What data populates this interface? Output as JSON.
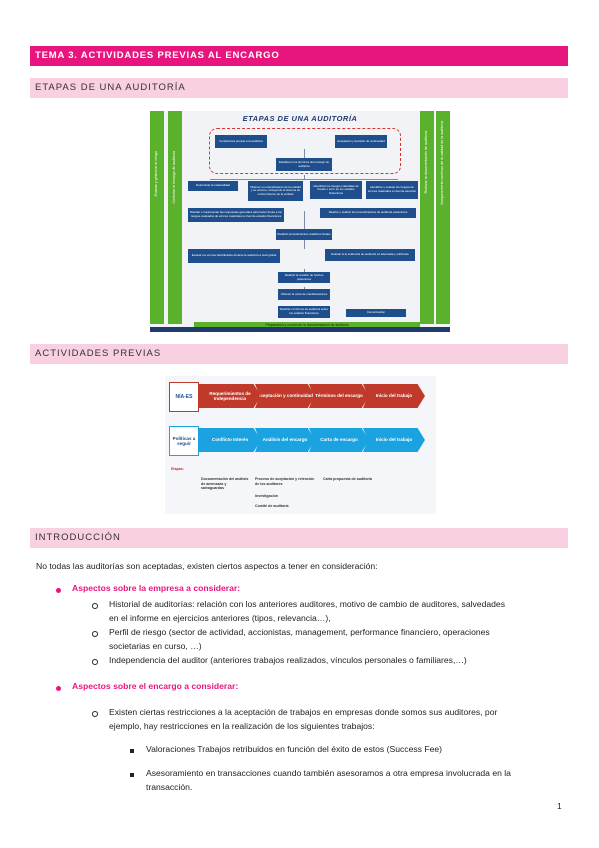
{
  "title": "TEMA 3. ACTIVIDADES PREVIAS AL ENCARGO",
  "sections": {
    "etapas": "ETAPAS DE UNA AUDITORÍA",
    "actividades": "ACTIVIDADES PREVIAS",
    "introduccion": "INTRODUCCIÓN"
  },
  "figure1": {
    "heading": "ETAPAS DE UNA AUDITORÍA",
    "left_col1": "Evaluar y gestionar el riesgo",
    "left_col2": "Controlar el encargo de auditoría",
    "right_col1": "Realizar la documentación de auditoría",
    "right_col2": "Aseguramiento continuo de la calidad de la auditoría",
    "bottom": "Preparación y control de la documentación de auditoría",
    "comunicacion": "Comunicación",
    "boxes": [
      "Condiciones previas a la auditoría",
      "Aceptación y decisión de continuidad",
      "Establecer los términos del encargo de auditoría",
      "Determinar la materialidad",
      "Obtener un entendimiento de la entidad y su entorno, incluyendo el sistema de control interno de la entidad",
      "Identificar los riesgos materiales de fraude o error en los estados financieros",
      "Identificar y evaluar los riesgos de errores materiales a nivel de aserción",
      "Diseñar e implementar las respuestas generales para hacer frente a los riesgos evaluados de errores materiales a nivel de estados financieros",
      "Diseñar y realizar los procedimientos de auditoría posteriores",
      "Realizar procedimientos analíticos finales",
      "Evaluar los errores identificados durante la auditoría a nivel global",
      "Evaluar si la evidencia de auditoría es adecuada y suficiente",
      "Realizar la revisión de hechos posteriores",
      "Obtener la carta de manifestaciones",
      "Realizar el informe de auditoría sobre los estados financieros"
    ]
  },
  "figure2": {
    "row1_label": "NIA-ES",
    "row2_label": "Políticas a seguir",
    "row1": [
      "Requerimientos de Independencia",
      "Aceptación y continuidad",
      "Términos del encargo",
      "Inicio del trabajo"
    ],
    "row2": [
      "Conflicto Interés",
      "Análisis del encargo",
      "Carta de encargo",
      "Inicio del trabajo"
    ],
    "etapas_label": "Etapas:",
    "etapa1": "Documentación del análisis de amenazas y salvaguardas",
    "etapa2a": "Proceso de aceptación y retención de los auditores",
    "etapa2b": "Investigación",
    "etapa2c": "Comité de auditoría",
    "etapa3": "Carta propuesta de auditoría"
  },
  "intro": {
    "lead": "No todas las auditorías son aceptadas, existen ciertos aspectos a tener en consideración:",
    "head1": "Aspectos sobre la empresa a considerar:",
    "item1a_l1": "Historial de auditorías: relación con los anteriores auditores, motivo de cambio de auditores, salvedades",
    "item1a_l2": "en el informe en ejercicios anteriores (tipos, relevancia…),",
    "item1b_l1": "Perfil de riesgo (sector de actividad, accionistas, management, performance financiero, operaciones",
    "item1b_l2": "societarias en curso, …)",
    "item1c": "Independencia del auditor (anteriores trabajos realizados, vínculos personales o familiares,…)",
    "head2": "Aspectos sobre el encargo a considerar:",
    "item2a_l1": "Existen ciertas restricciones a la aceptación de trabajos en empresas donde somos sus auditores, por",
    "item2a_l2": "ejemplo, hay restricciones en la realización de los siguientes trabajos:",
    "sub1": "Valoraciones Trabajos retribuidos en función del éxito de estos (Success Fee)",
    "sub2_l1": "Asesoramiento en transacciones cuando también asesoramos a otra empresa involucrada en la",
    "sub2_l2": "transacción."
  },
  "page_number": "1",
  "colors": {
    "accent": "#e8157e",
    "section_bg": "#f9cfe2",
    "green": "#5ab12c",
    "navy": "#1f4e8c",
    "red": "#c0392b",
    "blue": "#1aa3e0"
  }
}
